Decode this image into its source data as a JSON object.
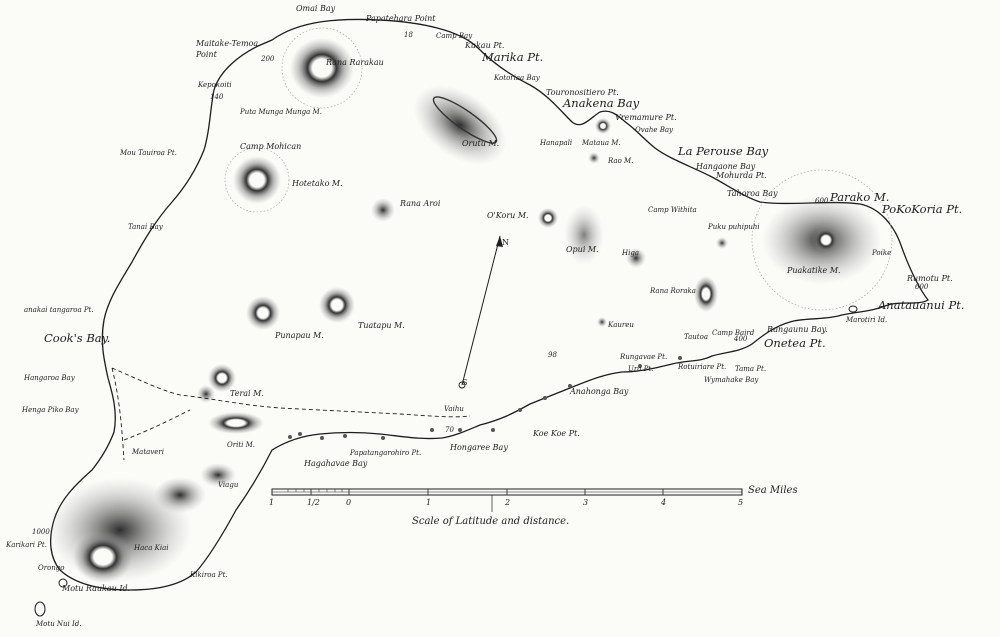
{
  "map": {
    "colors": {
      "ink": "#1d1d1d",
      "paper": "#fbfbf8",
      "hachure": "#555555"
    },
    "places": {
      "omai_bay": "Omai Bay",
      "papatehara_point": "Papatehara Point",
      "camp_bay": "Camp Bay",
      "maitake_temoa_point": "Maitake-Temoa\nPoint",
      "kukau_pt": "Kukau Pt.",
      "marika_pt": "Marika Pt.",
      "kotoriaa_bay": "Kotoriaa Bay",
      "kepokoiti": "Kepokoiti",
      "puta_munga_munga_m": "Puta Munga Munga M.",
      "rana_rarakau": "Rana Rarakau",
      "orutu_m": "Orutu M.",
      "touronositiero_pt": "Touronositiero Pt.",
      "anakena_bay": "Anakena Bay",
      "vremamure_pt": "Vremamure Pt.",
      "ovahe_bay": "Ovahe Bay",
      "hanapali": "Hanapali",
      "mataua_m": "Mataua M.",
      "rao_m": "Rao M.",
      "la_perouse_bay": "La Perouse Bay",
      "hangaone_bay": "Hangaone Bay",
      "mohurda_pt": "Mohurda Pt.",
      "tahoroa_bay": "Tahoroa Bay",
      "parako_m": "Parako M.",
      "pokokoria_pt": "PoKoKoria Pt.",
      "camp_mohican": "Camp Mohican",
      "mou_tauiroa_pt": "Mou Tauiroa Pt.",
      "hotetako_m": "Hotetako M.",
      "rana_aroi": "Rana Aroi",
      "o_koru_m": "O'Koru M.",
      "camp_wichita": "Camp Withita",
      "puku_puhipuhi": "Puku puhipuhi",
      "opui_m": "Opui M.",
      "poike": "Poike",
      "tanai_bay": "Tanai Bay",
      "higa": "Higa",
      "puakatike_m": "Puakatike M.",
      "rumotu_pt": "Rumotu Pt.",
      "anakai_tangaroa_pt": "anakai tangaroa Pt.",
      "rana_roraka": "Rana Roraka",
      "anatauanui_pt": "Anatauanui Pt.",
      "marotiri_id": "Marotiri Id.",
      "cooks_bay": "Cook's Bay.",
      "punapau_m": "Punapau M.",
      "tuatapu_m": "Tuatapu M.",
      "rangaunu_bay": "Rangaunu Bay.",
      "camp_baird": "Camp Baird",
      "onetea_pt": "Onetea Pt.",
      "hangaroa_bay": "Hangaroa Bay",
      "terai_m": "Terai M.",
      "kaureu": "Kaureu",
      "tautoa": "Tautoa",
      "rungavae_pt": "Rungavae Pt.",
      "ura_pt": "Ura Pt.",
      "rotuiriare_pt": "Rotuiriare Pt.",
      "tama_pt": "Tama Pt.",
      "wymahake_bay": "Wymahake Bay",
      "henga_piko_bay": "Henga Piko Bay",
      "vaihu": "Vaihu",
      "anahonga_bay": "Anahonga Bay",
      "oriti_m": "Oriti M.",
      "hongaree_bay": "Hongaree Bay",
      "koekoe_pt": "Koe Koe Pt.",
      "mataveri": "Mataveri",
      "hagahavae_bay": "Hagahavae Bay",
      "papatangarohiro_pt": "Papatangarohiro Pt.",
      "viagu": "Viagu",
      "karikari_pt": "Karikari Pt.",
      "haca_kiai": "Haca Kiai",
      "orongo": "Orongo",
      "motu_raukau_id": "Motu Raukau Id.",
      "kikiroa_pt": "Kikiroa Pt.",
      "motu_nui_id": "Motu Nui Id."
    },
    "elevations": {
      "e1": "200",
      "e2": "140",
      "e3": "18",
      "e4": "70",
      "e5": "600",
      "e6": "400",
      "e7": "1000",
      "e8": "600",
      "e9": "98"
    },
    "north_arrow": {
      "north": "N",
      "south": "S"
    },
    "scale_bar": {
      "unit": "Sea Miles",
      "caption": "Scale of Latitude and distance.",
      "ticks": [
        "1",
        "1/2",
        "0",
        "1",
        "2",
        "3",
        "4",
        "5"
      ]
    }
  }
}
